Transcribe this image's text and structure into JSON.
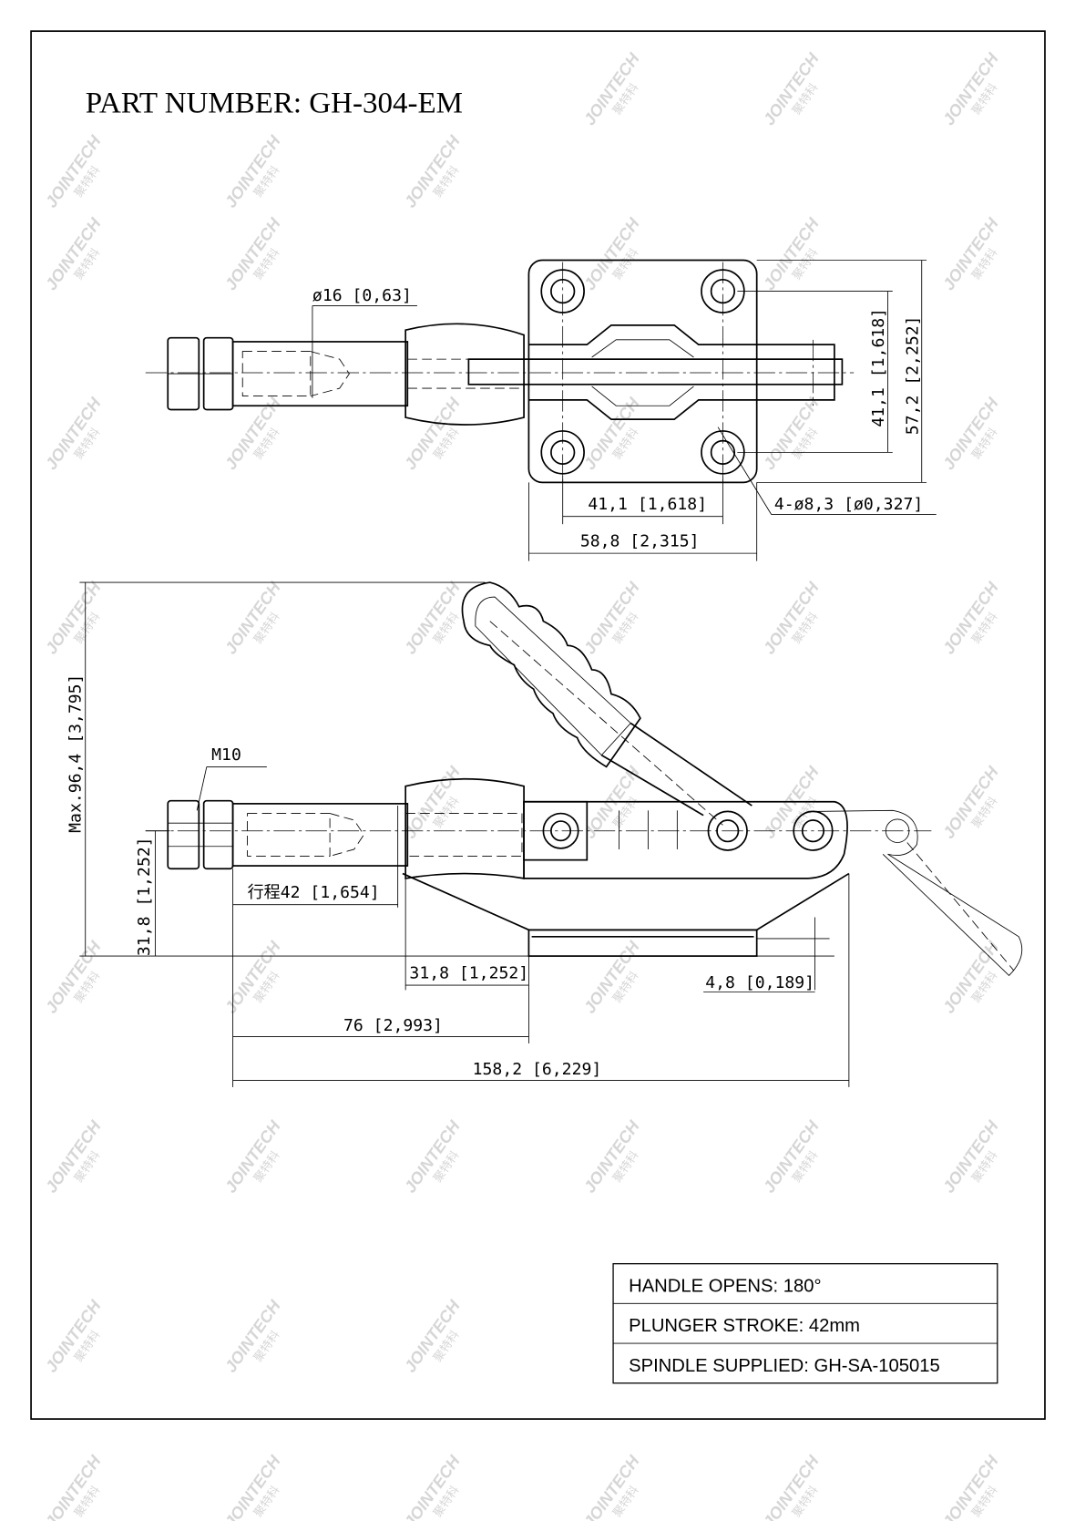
{
  "title": "PART NUMBER:  GH-304-EM",
  "watermark": {
    "text": "JOINTECH",
    "subtext": "聚特科",
    "color": "#d6d6d6"
  },
  "top_view": {
    "dimensions": {
      "rod_diameter": "ø16 [0,63]",
      "hole_spacing_vertical": "41,1 [1,618]",
      "plate_height": "57,2 [2,252]",
      "hole_spacing_horizontal": "41,1 [1,618]",
      "mounting_holes": "4-ø8,3 [ø0,327]",
      "plate_width": "58,8 [2,315]"
    }
  },
  "side_view": {
    "dimensions": {
      "max_height": "Max.96,4 [3,795]",
      "center_height": "31,8 [1,252]",
      "thread": "M10",
      "stroke": "行程42 [1,654]",
      "housing_offset": "31,8 [1,252]",
      "base_thickness": "4,8 [0,189]",
      "rod_to_base": "76 [2,993]",
      "overall_length": "158,2 [6,229]"
    }
  },
  "spec_table": [
    "HANDLE OPENS: 180°",
    "PLUNGER STROKE: 42mm",
    "SPINDLE SUPPLIED: GH-SA-105015"
  ]
}
